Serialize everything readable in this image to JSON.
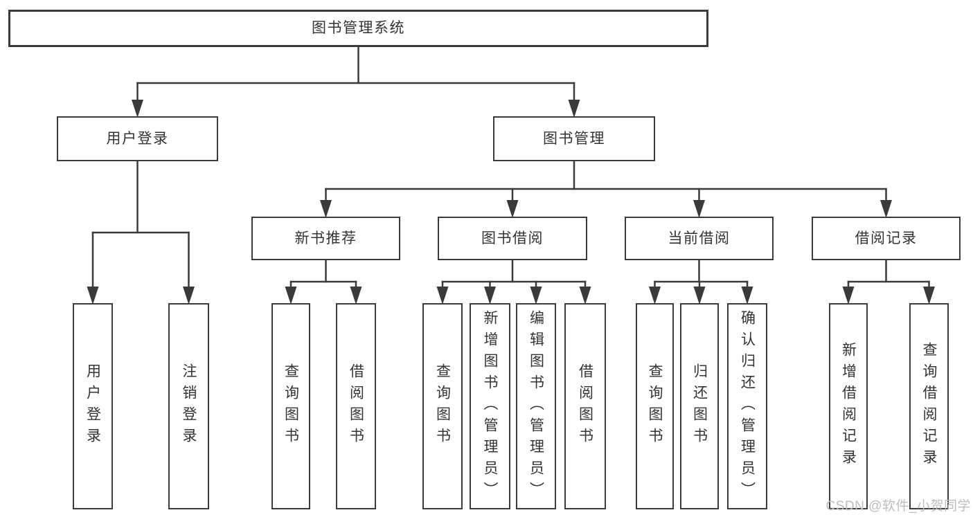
{
  "diagram": {
    "title": "图书管理系统",
    "watermark": "CSDN @软件_小贺同学",
    "colors": {
      "line": "#3a3a3a",
      "box_border": "#3a3a3a",
      "text": "#333333",
      "watermark": "#bdbdbd",
      "background": "#ffffff"
    },
    "nodes": [
      {
        "id": "root",
        "label": "图书管理系统",
        "level": 1,
        "orientation": "horizontal"
      },
      {
        "id": "user-login",
        "label": "用户登录",
        "level": 2,
        "orientation": "horizontal"
      },
      {
        "id": "book-mgmt",
        "label": "图书管理",
        "level": 2,
        "orientation": "horizontal"
      },
      {
        "id": "new-book-rec",
        "label": "新书推荐",
        "level": 3,
        "orientation": "horizontal"
      },
      {
        "id": "book-borrow",
        "label": "图书借阅",
        "level": 3,
        "orientation": "horizontal"
      },
      {
        "id": "current-borrow",
        "label": "当前借阅",
        "level": 3,
        "orientation": "horizontal"
      },
      {
        "id": "borrow-records",
        "label": "借阅记录",
        "level": 3,
        "orientation": "horizontal"
      },
      {
        "id": "login",
        "label": "用户登录",
        "level": 4,
        "orientation": "vertical"
      },
      {
        "id": "logout",
        "label": "注销登录",
        "level": 4,
        "orientation": "vertical"
      },
      {
        "id": "rec-query",
        "label": "查询图书",
        "level": 4,
        "orientation": "vertical"
      },
      {
        "id": "rec-borrow",
        "label": "借阅图书",
        "level": 4,
        "orientation": "vertical"
      },
      {
        "id": "bb-query",
        "label": "查询图书",
        "level": 4,
        "orientation": "vertical"
      },
      {
        "id": "bb-add",
        "label": "新增图书（管理员）",
        "level": 4,
        "orientation": "vertical"
      },
      {
        "id": "bb-edit",
        "label": "编辑图书（管理员）",
        "level": 4,
        "orientation": "vertical"
      },
      {
        "id": "bb-borrow",
        "label": "借阅图书",
        "level": 4,
        "orientation": "vertical"
      },
      {
        "id": "cb-query",
        "label": "查询图书",
        "level": 4,
        "orientation": "vertical"
      },
      {
        "id": "cb-return",
        "label": "归还图书",
        "level": 4,
        "orientation": "vertical"
      },
      {
        "id": "cb-confirm",
        "label": "确认归还（管理员）",
        "level": 4,
        "orientation": "vertical"
      },
      {
        "id": "br-add",
        "label": "新增借阅记录",
        "level": 4,
        "orientation": "vertical"
      },
      {
        "id": "br-query",
        "label": "查询借阅记录",
        "level": 4,
        "orientation": "vertical"
      }
    ],
    "edges": [
      {
        "from": "root",
        "to": [
          "user-login",
          "book-mgmt"
        ]
      },
      {
        "from": "user-login",
        "to": [
          "login",
          "logout"
        ]
      },
      {
        "from": "book-mgmt",
        "to": [
          "new-book-rec",
          "book-borrow",
          "current-borrow",
          "borrow-records"
        ]
      },
      {
        "from": "new-book-rec",
        "to": [
          "rec-query",
          "rec-borrow"
        ]
      },
      {
        "from": "book-borrow",
        "to": [
          "bb-query",
          "bb-add",
          "bb-edit",
          "bb-borrow"
        ]
      },
      {
        "from": "current-borrow",
        "to": [
          "cb-query",
          "cb-return",
          "cb-confirm"
        ]
      },
      {
        "from": "borrow-records",
        "to": [
          "br-add",
          "br-query"
        ]
      }
    ]
  }
}
